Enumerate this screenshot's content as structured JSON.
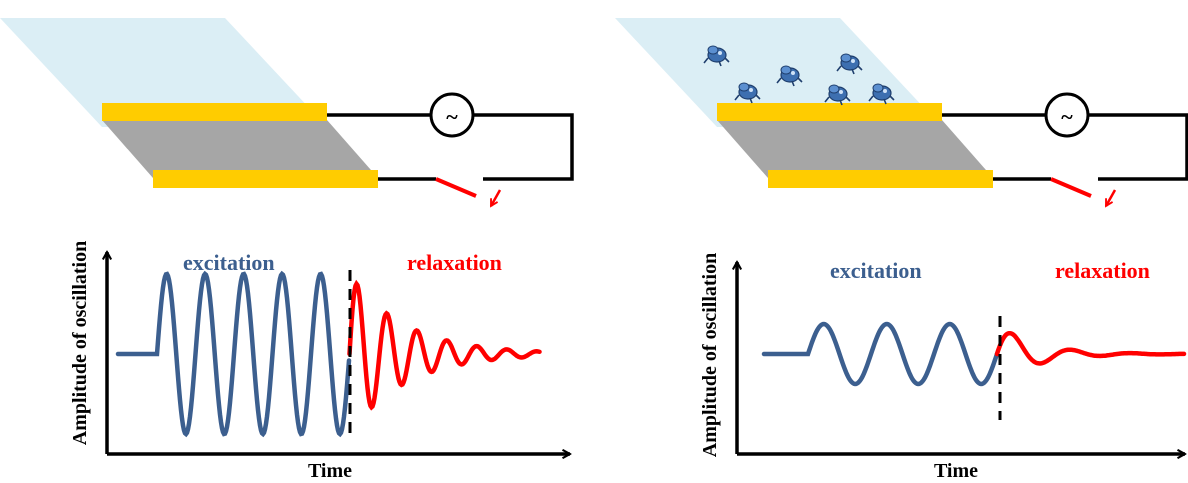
{
  "colors": {
    "liquid": "#dbeef5",
    "electrode": "#ffcc00",
    "crystal": "#a6a6a6",
    "wire": "#000000",
    "switch": "#ff0000",
    "excitation": "#3c5f8f",
    "relaxation": "#ff0000",
    "particle": "#3d6fb0"
  },
  "icons": {
    "source": "ac-source-symbol",
    "particle": "adsorbed-particle-icon"
  },
  "panels": [
    {
      "source_symbol": "~",
      "excitation_label": "excitation",
      "relaxation_label": "relaxation",
      "y_axis_label": "Amplitude of oscillation",
      "x_axis_label": "Time",
      "excitation_cycles": 5,
      "excitation_amplitude": "large",
      "damping": "slow",
      "particles_adsorbed": 0
    },
    {
      "source_symbol": "~",
      "excitation_label": "excitation",
      "relaxation_label": "relaxation",
      "y_axis_label": "Amplitude of oscillation",
      "x_axis_label": "Time",
      "excitation_cycles": 3,
      "excitation_amplitude": "small",
      "damping": "fast",
      "particles_adsorbed": 6
    }
  ]
}
